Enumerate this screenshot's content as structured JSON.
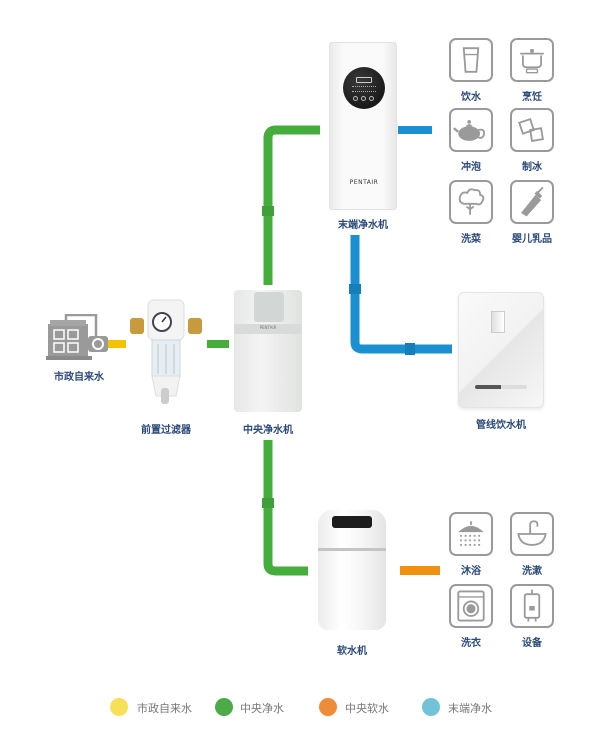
{
  "nodes": {
    "municipal_water": "市政自来水",
    "pre_filter": "前置过滤器",
    "central_purifier": "中央净水机",
    "terminal_purifier": "末端净水机",
    "pipeline_dispenser": "管线饮水机",
    "water_softener": "软水机"
  },
  "terminal_uses": [
    {
      "label": "饮水",
      "icon": "drinking-glass-icon"
    },
    {
      "label": "烹饪",
      "icon": "cooking-pot-icon"
    },
    {
      "label": "冲泡",
      "icon": "teapot-icon"
    },
    {
      "label": "制冰",
      "icon": "ice-cubes-icon"
    },
    {
      "label": "洗菜",
      "icon": "vegetable-icon"
    },
    {
      "label": "婴儿乳品",
      "icon": "baby-bottle-icon"
    }
  ],
  "soft_uses": [
    {
      "label": "沐浴",
      "icon": "shower-icon"
    },
    {
      "label": "洗漱",
      "icon": "sink-icon"
    },
    {
      "label": "洗衣",
      "icon": "washing-machine-icon"
    },
    {
      "label": "设备",
      "icon": "water-heater-icon"
    }
  ],
  "brand": "PENTAIR",
  "legend": [
    {
      "label": "市政自来水",
      "color": "#f6e05a"
    },
    {
      "label": "中央净水",
      "color": "#4caa48"
    },
    {
      "label": "中央软水",
      "color": "#ee8c3a"
    },
    {
      "label": "末端净水",
      "color": "#72c2d8"
    }
  ],
  "colors": {
    "municipal": "#f2c400",
    "central": "#44ad3c",
    "soft": "#f0920e",
    "terminal": "#1b8fd0"
  }
}
